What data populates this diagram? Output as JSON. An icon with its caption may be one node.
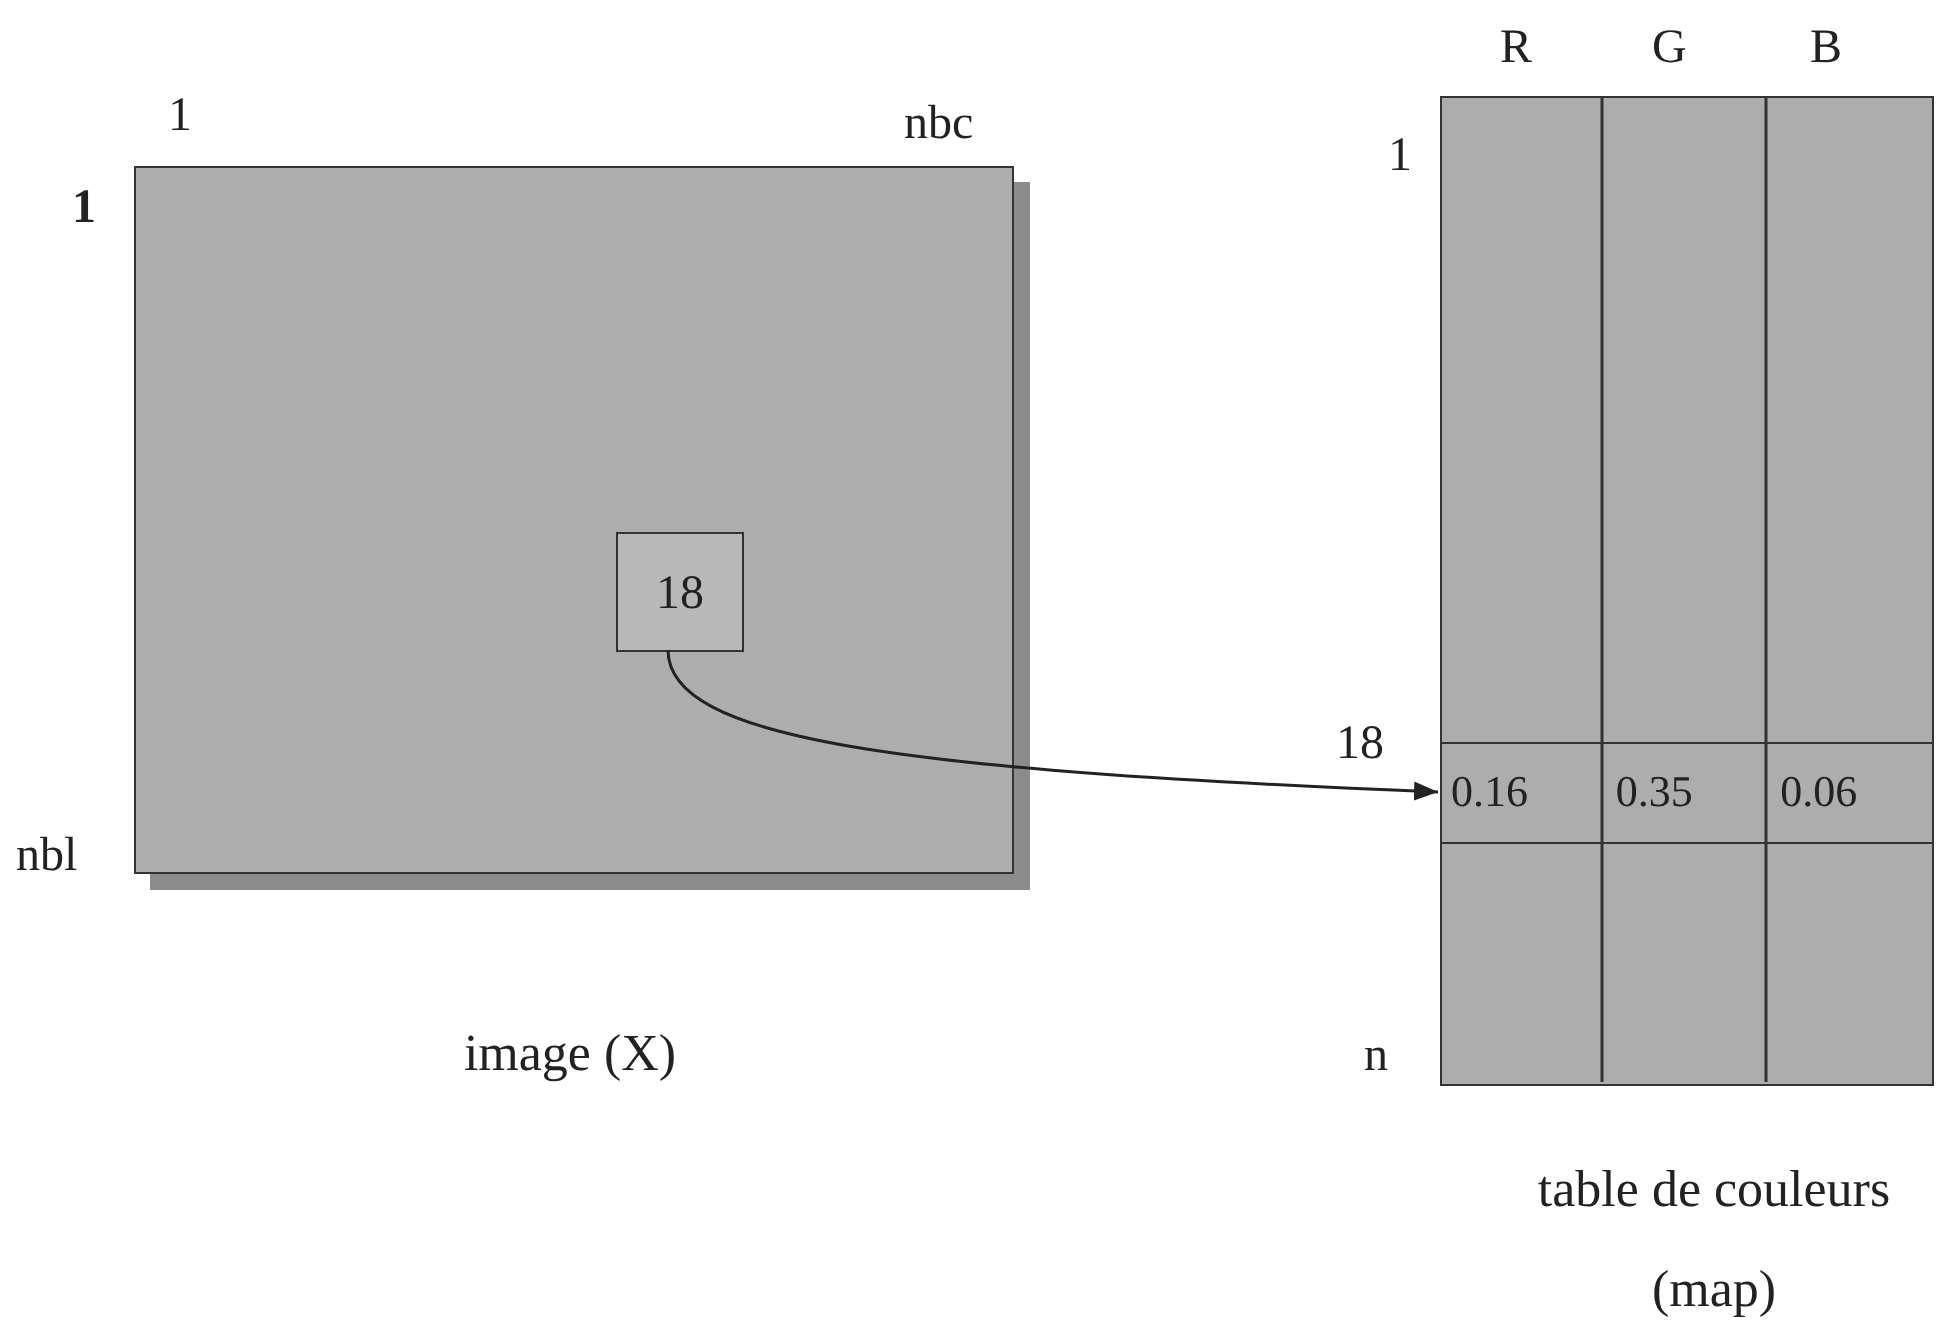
{
  "diagram": {
    "nodes": [
      {
        "text": [],
        "shape": "box",
        "beside": [
          "image (X)"
        ]
      },
      {
        "text": [
          "18"
        ],
        "in": 0
      },
      {
        "text": [],
        "shape": "box",
        "beside": [
          "table de couleurs (map)"
        ]
      },
      {
        "text": [
          "0.16",
          "0.35",
          "0.06"
        ],
        "in": 2
      }
    ],
    "edges": [
      {
        "from": 1,
        "to": 3,
        "arrow": "to"
      }
    ],
    "labels": [
      "1",
      "nbc",
      "1",
      "nbl",
      "R",
      "G",
      "B",
      "1",
      "18",
      "n"
    ]
  }
}
